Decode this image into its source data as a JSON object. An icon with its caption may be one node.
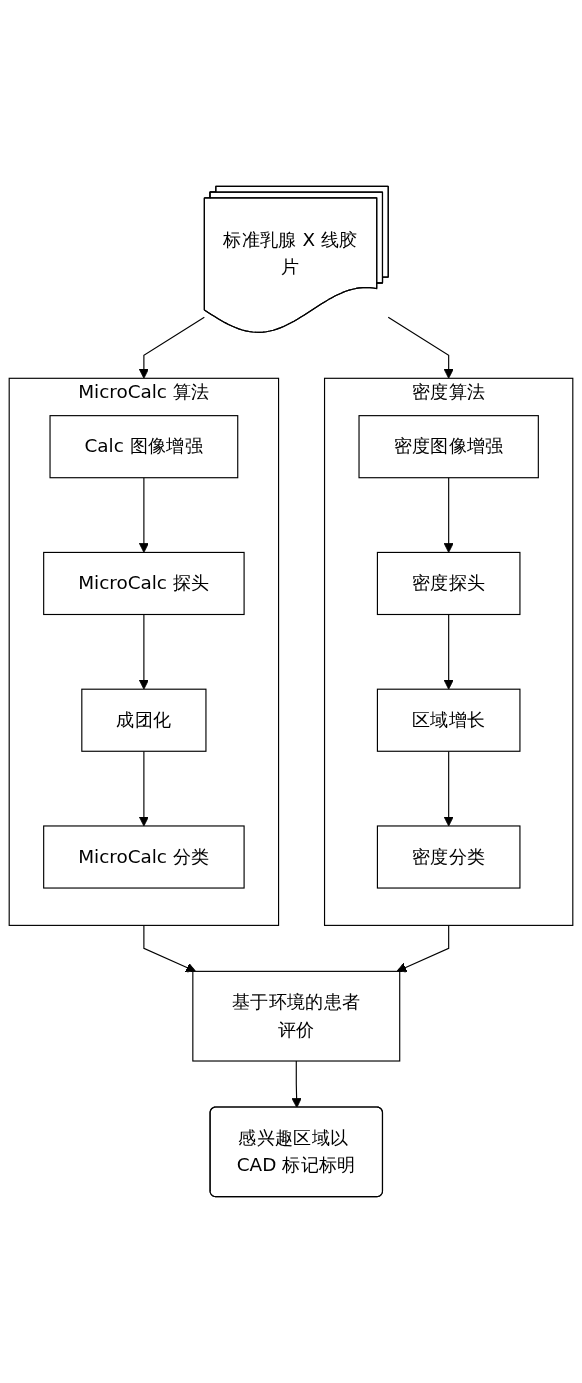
{
  "diagram": {
    "nodes": [
      {
        "text": [
          "标准乳腺 X 线胶片"
        ]
      },
      {
        "text": [
          "MicroCalc 算法"
        ]
      },
      {
        "text": [
          "Calc 图像增强"
        ],
        "in": 1
      },
      {
        "text": [
          "MicroCalc 探头"
        ],
        "in": 1
      },
      {
        "text": [
          "成团化"
        ],
        "in": 1
      },
      {
        "text": [
          "MicroCalc 分类"
        ],
        "in": 1
      },
      {
        "text": [
          "密度算法"
        ]
      },
      {
        "text": [
          "密度图像增强"
        ],
        "in": 6
      },
      {
        "text": [
          "密度探头"
        ],
        "in": 6
      },
      {
        "text": [
          "区域增长"
        ],
        "in": 6
      },
      {
        "text": [
          "密度分类"
        ],
        "in": 6
      },
      {
        "text": [
          "基于环境的患者评价"
        ]
      },
      {
        "text": [
          "感兴趣区域以 CAD 标记标明"
        ]
      }
    ],
    "edges": [
      {
        "from": 0,
        "to": 1,
        "arrow": "to"
      },
      {
        "from": 0,
        "to": 6,
        "arrow": "to"
      },
      {
        "from": 2,
        "to": 3,
        "arrow": "to"
      },
      {
        "from": 3,
        "to": 4,
        "arrow": "to"
      },
      {
        "from": 4,
        "to": 5,
        "arrow": "to"
      },
      {
        "from": 7,
        "to": 8,
        "arrow": "to"
      },
      {
        "from": 8,
        "to": 9,
        "arrow": "to"
      },
      {
        "from": 9,
        "to": 10,
        "arrow": "to"
      },
      {
        "from": 1,
        "to": 11,
        "arrow": "to"
      },
      {
        "from": 6,
        "to": 11,
        "arrow": "to"
      },
      {
        "from": 11,
        "to": 12,
        "arrow": "to"
      }
    ]
  }
}
